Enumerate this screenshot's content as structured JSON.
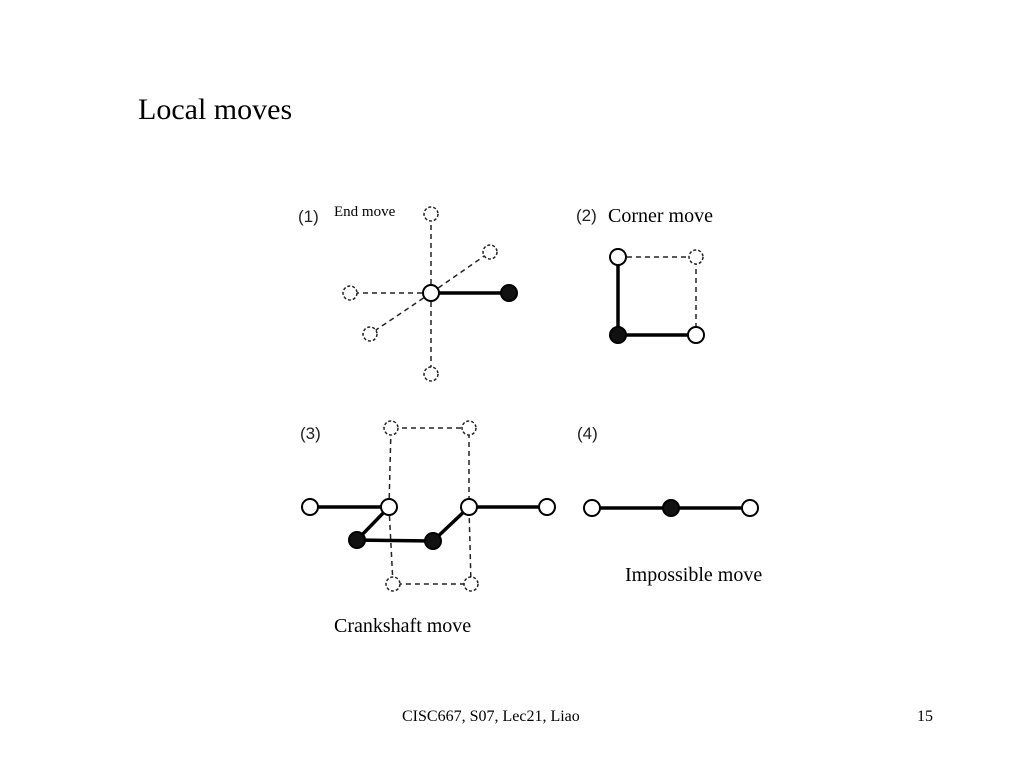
{
  "slide": {
    "title": "Local moves",
    "footer": "CISC667, S07, Lec21, Liao",
    "page_number": "15"
  },
  "panels": [
    {
      "number": "(1)",
      "caption": "End move"
    },
    {
      "number": "(2)",
      "caption": "Corner move"
    },
    {
      "number": "(3)",
      "caption": "Crankshaft move"
    },
    {
      "number": "(4)",
      "caption": "Impossible move"
    }
  ]
}
